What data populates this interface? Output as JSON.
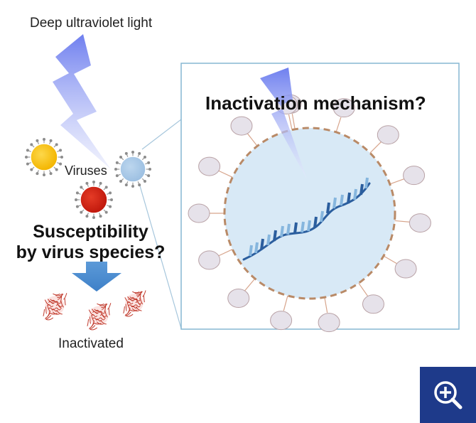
{
  "labels": {
    "light": "Deep ultraviolet light",
    "viruses": "Viruses",
    "susceptibility_line1": "Susceptibility",
    "susceptibility_line2": "by virus species?",
    "inactivated": "Inactivated",
    "mechanism": "Inactivation mechanism?"
  },
  "colors": {
    "lightning": "#7f8ff0",
    "panel_border": "#86b7d2",
    "virus_body": "#d8e9f6",
    "virus_dashed": "#b98a67",
    "spike": "#e3dde8",
    "rna_dark": "#2b5e9e",
    "rna_light": "#86b6de",
    "virus_yellow": "#f9c51d",
    "virus_red": "#d42214",
    "virus_blue": "#a9c9e6",
    "arrow": "#4d8fd3",
    "zoom_bg": "#1e3a8a"
  },
  "icons": {
    "zoom": "zoom-in-icon"
  }
}
